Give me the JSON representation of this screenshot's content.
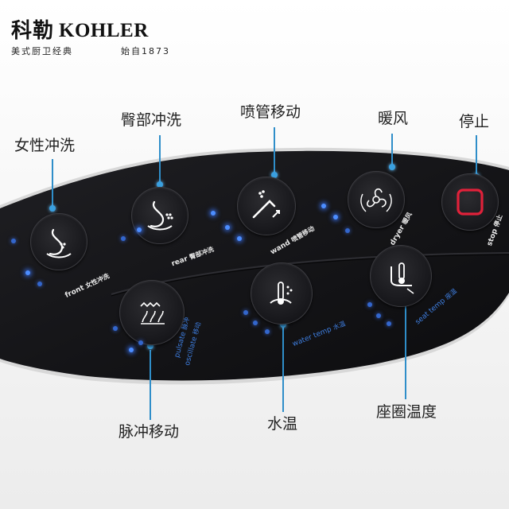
{
  "brand": {
    "name_cn": "科勒",
    "name_en": "KOHLER",
    "tagline": "美式厨卫经典",
    "since": "始自1873"
  },
  "callouts": {
    "front_wash": "女性冲洗",
    "rear_wash": "臀部冲洗",
    "wand_move": "喷管移动",
    "dryer": "暖风",
    "stop": "停止",
    "pulsate": "脉冲移动",
    "water_temp": "水温",
    "seat_temp": "座圈温度"
  },
  "buttons": {
    "front": {
      "en": "front",
      "cn": "女性冲洗"
    },
    "rear": {
      "en": "rear",
      "cn": "臀部冲洗"
    },
    "wand": {
      "en": "wand",
      "cn": "喷管移动"
    },
    "dryer": {
      "en": "dryer",
      "cn": "暖风"
    },
    "stop": {
      "en": "stop",
      "cn": "停止"
    },
    "pulsate": {
      "en": "pulsate",
      "cn": "脉冲"
    },
    "oscillate": {
      "en": "oscillate",
      "cn": "移动"
    },
    "water_temp": {
      "en": "water temp",
      "cn": "水温"
    },
    "seat_temp": {
      "en": "seat temp",
      "cn": "座温"
    }
  },
  "colors": {
    "panel": "#151518",
    "led_blue": "#4c8dff",
    "leader_blue": "#2f8ec9",
    "stop_red": "#e0213a"
  }
}
